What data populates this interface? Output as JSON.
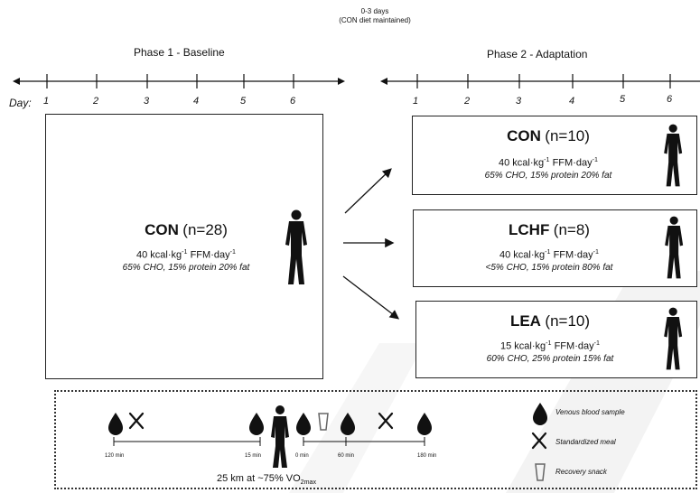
{
  "header": {
    "con_days_line1": "0-3 days",
    "con_days_line2": "(CON diet maintained)"
  },
  "phase1": {
    "title": "Phase 1 - Baseline",
    "day_label": "Day:",
    "days": [
      "1",
      "2",
      "3",
      "4",
      "5",
      "6"
    ]
  },
  "phase2": {
    "title": "Phase 2 - Adaptation",
    "days": [
      "1",
      "2",
      "3",
      "4",
      "5",
      "6"
    ]
  },
  "baseline_group": {
    "name": "CON",
    "n": "(n=28)",
    "energy_prefix": "40 kcal",
    "energy_mid": "kg",
    "energy_sup": "-1",
    "energy_unit": " FFM",
    "energy_day": "day",
    "energy_sup2": "-1",
    "macros": "65% CHO, 15% protein 20% fat"
  },
  "adaptation_groups": [
    {
      "name": "CON",
      "n": "(n=10)",
      "energy_prefix": "40 kcal",
      "macros": "65% CHO, 15% protein 20% fat"
    },
    {
      "name": "LCHF",
      "n": "(n=8)",
      "energy_prefix": "40 kcal",
      "macros": "<5% CHO, 15% protein 80% fat"
    },
    {
      "name": "LEA",
      "n": "(n=10)",
      "energy_prefix": "15 kcal",
      "macros": "60% CHO, 25% protein 15% fat"
    }
  ],
  "energy_parts": {
    "kg": "kg",
    "sup": "-1",
    "ffm": " FFM",
    "day": "day"
  },
  "protocol": {
    "timeline_labels": [
      "120 min",
      "15 min",
      "0 min",
      "60 min",
      "180 min"
    ],
    "exercise_prefix": "25 km at ~75% VO",
    "exercise_sub": "2max"
  },
  "legend": {
    "blood": "Venous blood sample",
    "meal": "Standardized meal",
    "snack": "Recovery snack"
  },
  "colors": {
    "ink": "#111111",
    "watermark": "#f2f2f2"
  }
}
